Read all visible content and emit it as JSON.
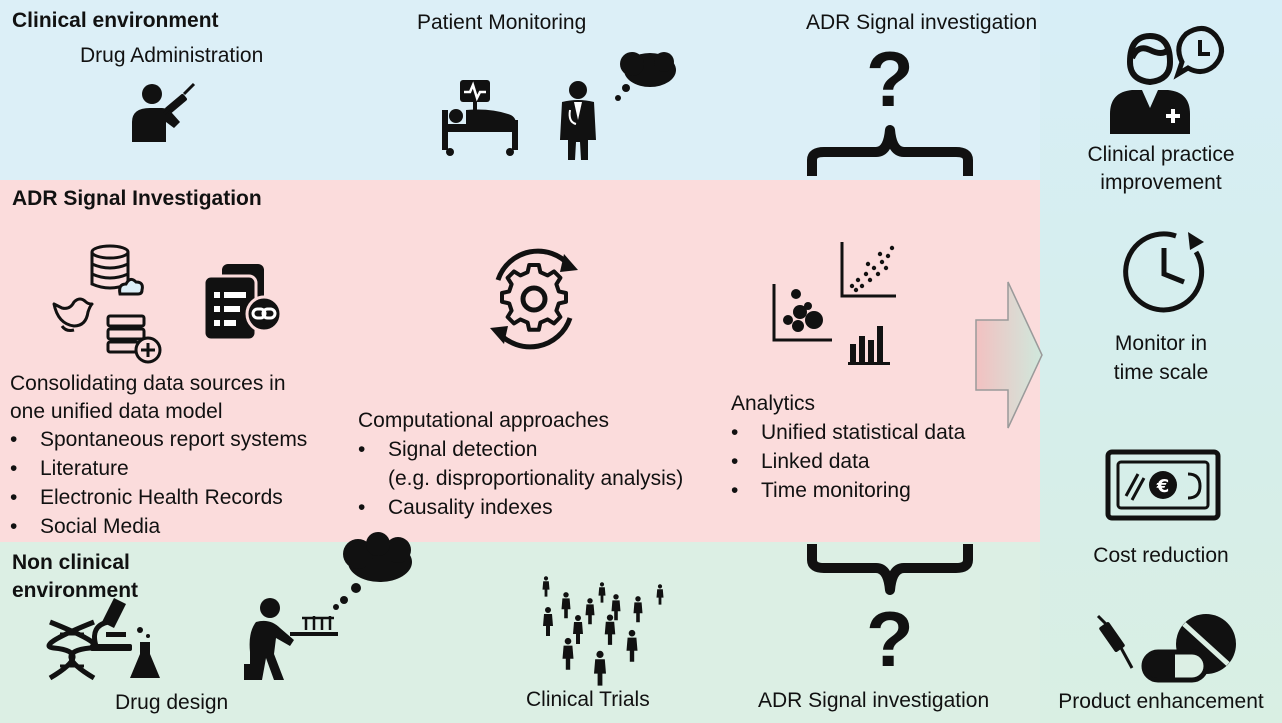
{
  "clinical": {
    "title": "Clinical environment",
    "drug_administration": "Drug Administration",
    "patient_monitoring": "Patient Monitoring",
    "adr_signal": "ADR Signal investigation"
  },
  "investigation": {
    "title": "ADR Signal Investigation",
    "sources_heading_1": "Consolidating data sources in",
    "sources_heading_2": "one unified data model",
    "sources": [
      "Spontaneous report systems",
      "Literature",
      "Electronic Health Records",
      "Social Media"
    ],
    "computational_heading": "Computational approaches",
    "computational": [
      {
        "line1": "Signal detection",
        "line2": "(e.g. disproportionality analysis)"
      },
      {
        "line1": "Causality indexes",
        "line2": ""
      }
    ],
    "analytics_heading": "Analytics",
    "analytics": [
      "Unified statistical data",
      "Linked data",
      "Time monitoring"
    ]
  },
  "nonclinical": {
    "title_1": "Non clinical",
    "title_2": "environment",
    "drug_design": "Drug design",
    "clinical_trials": "Clinical Trials",
    "adr_signal": "ADR Signal investigation"
  },
  "outcomes": {
    "clinical_practice_1": "Clinical practice",
    "clinical_practice_2": "improvement",
    "monitor_1": "Monitor in",
    "monitor_2": "time scale",
    "cost": "Cost reduction",
    "product": "Product enhancement"
  },
  "icons": [
    "injection-person-icon",
    "hospital-bed-monitor-icon",
    "doctor-icon",
    "thought-cloud-icon",
    "question-mark-icon",
    "brace-icon",
    "database-cloud-icon",
    "bird-icon",
    "books-add-icon",
    "linked-documents-icon",
    "gear-cycle-icon",
    "scatter-plot-icon",
    "bubble-chart-icon",
    "bar-chart-icon",
    "arrow-icon",
    "dna-icon",
    "microscope-icon",
    "flask-icon",
    "researcher-icon",
    "crowd-icon",
    "doctor-clock-icon",
    "clock-icon",
    "banknote-euro-icon",
    "syringe-icon",
    "pills-icon"
  ]
}
